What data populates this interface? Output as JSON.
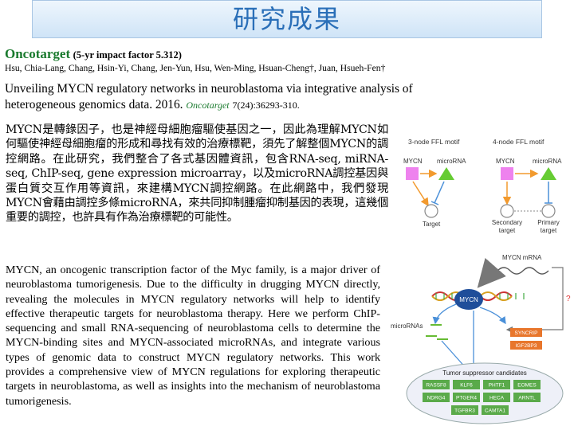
{
  "title": "研究成果",
  "journal": {
    "name": "Oncotarget",
    "impact": "(5-yr impact factor 5.312)"
  },
  "authors": "Hsu, Chia-Lang, Chang, Hsin-Yi, Chang, Jen-Yun, Hsu, Wen-Ming, Hsuan-Cheng†, Juan, Hsueh-Fen†",
  "paper": {
    "title": "Unveiling MYCN regulatory networks in neuroblastoma via integrative analysis of heterogeneous genomics data. 2016.",
    "journal_ref": "Oncotarget",
    "citation": "7(24):36293-310."
  },
  "zh_paragraph": "MYCN是轉錄因子，也是神經母細胞瘤驅使基因之一，因此為理解MYCN如何驅使神經母細胞瘤的形成和尋找有效的治療標靶，須先了解整個MYCN的調控網路。在此研究，我們整合了各式基因體資訊，包含RNA-seq, miRNA-seq, ChIP-seq, gene expression microarray，以及microRNA調控基因與蛋白質交互作用等資訊，來建構MYCN調控網路。在此網路中，我們發現MYCN會藉由調控多條microRNA，來共同抑制腫瘤抑制基因的表現，這幾個重要的調控，也許具有作為治療標靶的可能性。",
  "en_paragraph": "MYCN, an oncogenic transcription factor of the Myc family, is a major driver of neuroblastoma tumorigenesis. Due to the difficulty in drugging MYCN directly, revealing the molecules in MYCN regulatory networks will help to identify effective therapeutic targets for neuroblastoma therapy. Here we perform ChIP-sequencing and small RNA-sequencing of neuroblastoma cells to determine the MYCN-binding sites and MYCN-associated microRNAs, and integrate various types of genomic data to construct MYCN regulatory networks. This work provides a comprehensive view of MYCN regulations for exploring therapeutic targets in neuroblastoma, as well as insights into the mechanism of neuroblastoma tumorigenesis.",
  "motif3": {
    "title": "3-node FFL motif",
    "mycn": "MYCN",
    "mirna": "microRNA",
    "target": "Target"
  },
  "motif4": {
    "title": "4-node FFL motif",
    "mycn": "MYCN",
    "mirna": "microRNA",
    "secondary": "Secondary target",
    "primary": "Primary target"
  },
  "network": {
    "mycn_mrna": "MYCN mRNA",
    "mycn": "MYCN",
    "microrna": "microRNAs",
    "question": "?",
    "proteins": [
      "SYNCRIP",
      "IGF2BP3"
    ],
    "tsg_title": "Tumor suppressor candidates",
    "genes": [
      "RASSF8",
      "KLF6",
      "PHTF1",
      "EOMES",
      "NDRG4",
      "PTGER4",
      "HECA",
      "ARNTL",
      "TGFBR3",
      "CAMTA1"
    ]
  },
  "colors": {
    "title": "#2a6fb8",
    "journal": "#1a7a2e",
    "mycn_node": "#ee82ee",
    "mirna_node": "#66cc33",
    "orange": "#f29a2e",
    "blue": "#4a90d9",
    "gene_box": "#5aaa4a",
    "protein_box": "#e8762c"
  }
}
